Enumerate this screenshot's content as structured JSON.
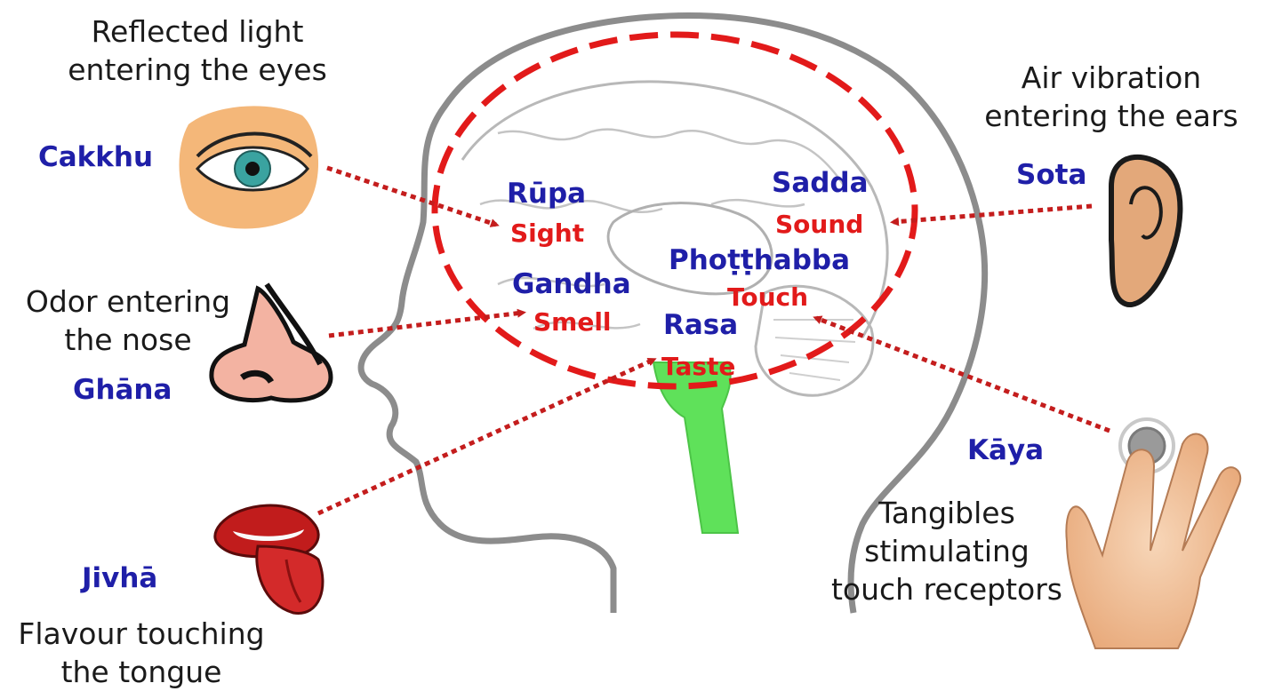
{
  "colors": {
    "pali": "#1f1fa8",
    "sense": "#e21a1a",
    "arrow": "#c41d1d",
    "brainstem": "#5fe15a",
    "outline": "#8c8c8c"
  },
  "senses": {
    "eye": {
      "pali": "Cakkhu",
      "description": "Reflected light\nentering the eyes",
      "icon": "eye-icon"
    },
    "ear": {
      "pali": "Sota",
      "description": "Air vibration\nentering the ears",
      "icon": "ear-icon"
    },
    "nose": {
      "pali": "Ghāna",
      "description": "Odor entering\nthe nose",
      "icon": "nose-icon"
    },
    "tongue": {
      "pali": "Jivhā",
      "description": "Flavour touching\nthe tongue",
      "icon": "tongue-icon"
    },
    "body": {
      "pali": "Kāya",
      "description": "Tangibles\nstimulating\ntouch receptors",
      "icon": "hand-icon"
    }
  },
  "objects": {
    "rupa": {
      "pali": "Rūpa",
      "english": "Sight"
    },
    "sadda": {
      "pali": "Sadda",
      "english": "Sound"
    },
    "gandha": {
      "pali": "Gandha",
      "english": "Smell"
    },
    "photthabba": {
      "pali": "Phoṭṭhabba",
      "english": "Touch"
    },
    "rasa": {
      "pali": "Rasa",
      "english": "Taste"
    }
  }
}
